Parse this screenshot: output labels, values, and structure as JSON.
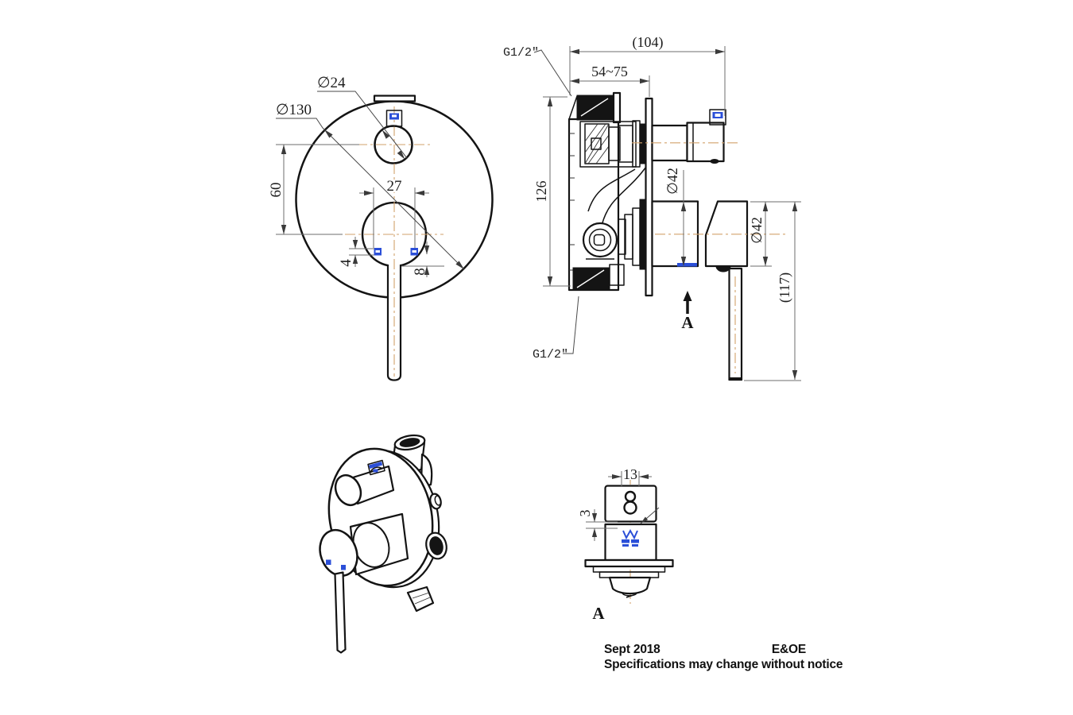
{
  "front_view": {
    "plate_diameter": "∅130",
    "knob_diameter": "∅24",
    "center_distance": "60",
    "indicator_spacing": "27",
    "indicator_offset": "4",
    "indicator_depth": "8"
  },
  "side_view": {
    "inlet_thread": "G1/2\"",
    "outlet_thread": "G1/2\"",
    "overall_depth": "(104)",
    "installation_depth": "54~75",
    "body_height": "126",
    "sleeve_diameter": "∅42",
    "handle_diameter": "∅42",
    "handle_length": "(117)",
    "view_arrow_label": "A"
  },
  "detail_view": {
    "knob_width": "13",
    "groove_height": "3",
    "view_label": "A"
  },
  "footer": {
    "date": "Sept 2018",
    "eoe": "E&OE",
    "disclaimer": "Specifications may change without notice"
  },
  "colors": {
    "line": "#141414",
    "dimension": "#6e6e6e",
    "centerline": "#d2a26b",
    "accent_blue": "#2b4fd8"
  }
}
